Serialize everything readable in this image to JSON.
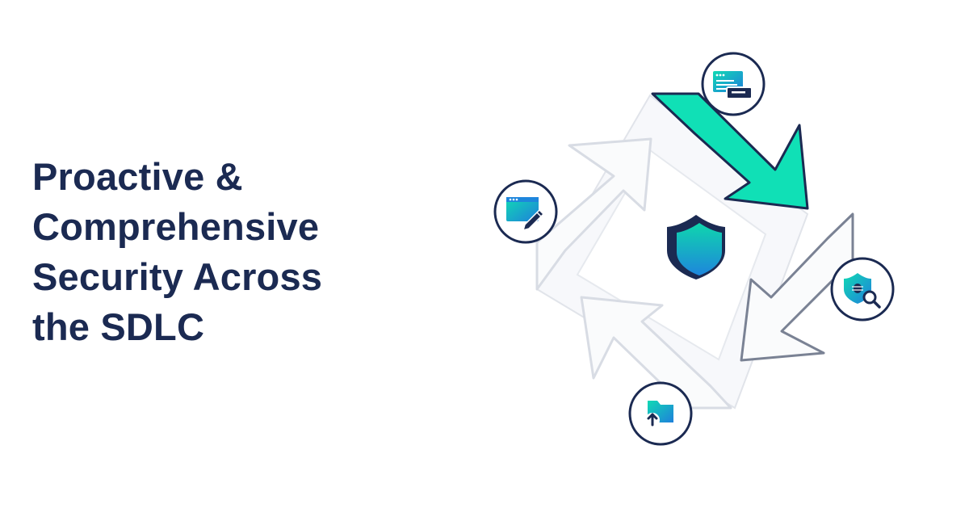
{
  "headline": {
    "lines": [
      "Proactive &",
      "Comprehensive",
      "Security Across",
      "the SDLC"
    ]
  },
  "colors": {
    "navy": "#1b2a52",
    "accent_teal": "#10e0b6",
    "gradient_top": "#0fd6ad",
    "gradient_bottom": "#1e86dc",
    "outline_gray": "#d8dce4",
    "outline_dark_gray": "#7a8294",
    "fill_light": "#f7f8fb"
  },
  "diagram": {
    "center_icon": "shield-icon",
    "stage_icons": [
      "code-window-icon",
      "bug-search-shield-icon",
      "folder-upload-icon",
      "edit-window-icon"
    ]
  }
}
